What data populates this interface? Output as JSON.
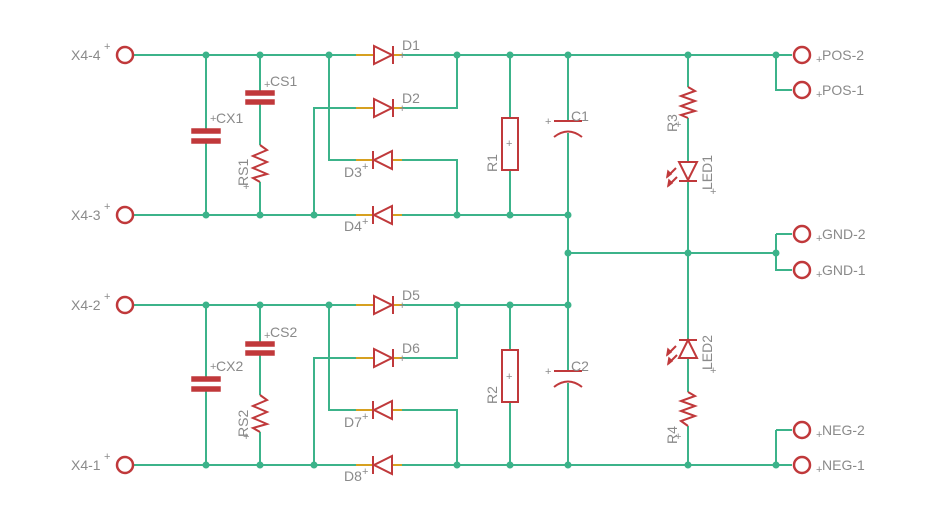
{
  "colors": {
    "wire": "#3cb38a",
    "component": "#c0393b",
    "label": "#8a8a8a",
    "pin_lead": "#d6a020"
  },
  "labels": {
    "x4_4": "X4-4",
    "x4_3": "X4-3",
    "x4_2": "X4-2",
    "x4_1": "X4-1",
    "pos2": "POS-2",
    "pos1": "POS-1",
    "gnd2": "GND-2",
    "gnd1": "GND-1",
    "neg2": "NEG-2",
    "neg1": "NEG-1",
    "d1": "D1",
    "d2": "D2",
    "d3": "D3",
    "d4": "D4",
    "d5": "D5",
    "d6": "D6",
    "d7": "D7",
    "d8": "D8",
    "cs1": "CS1",
    "cx1": "CX1",
    "rs1": "RS1",
    "cs2": "CS2",
    "cx2": "CX2",
    "rs2": "RS2",
    "r1": "R1",
    "r2": "R2",
    "c1": "C1",
    "c2": "C2",
    "r3": "R3",
    "r4": "R4",
    "led1": "LED1",
    "led2": "LED2"
  }
}
